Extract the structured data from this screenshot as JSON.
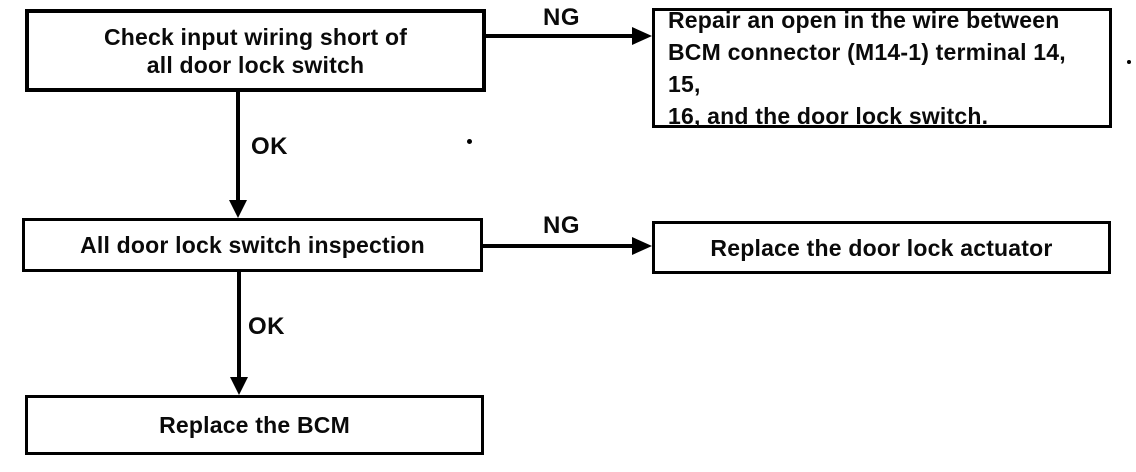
{
  "diagram": {
    "boxes": {
      "check_wiring": {
        "lines": [
          "Check input wiring short of",
          "all door lock switch"
        ]
      },
      "repair_wire": {
        "lines": [
          "Repair an open in the wire between",
          "BCM connector (M14-1) terminal 14, 15,",
          "16, and the door lock switch."
        ]
      },
      "inspection": {
        "label": "All door lock switch inspection"
      },
      "replace_actuator": {
        "label": "Replace the door lock actuator"
      },
      "replace_bcm": {
        "label": "Replace the BCM"
      }
    },
    "edge_labels": {
      "ng_top": "NG",
      "ok_top": "OK",
      "ng_mid": "NG",
      "ok_mid": "OK"
    },
    "colors": {
      "line": "#000000",
      "background": "#ffffff",
      "text": "#000000"
    }
  }
}
